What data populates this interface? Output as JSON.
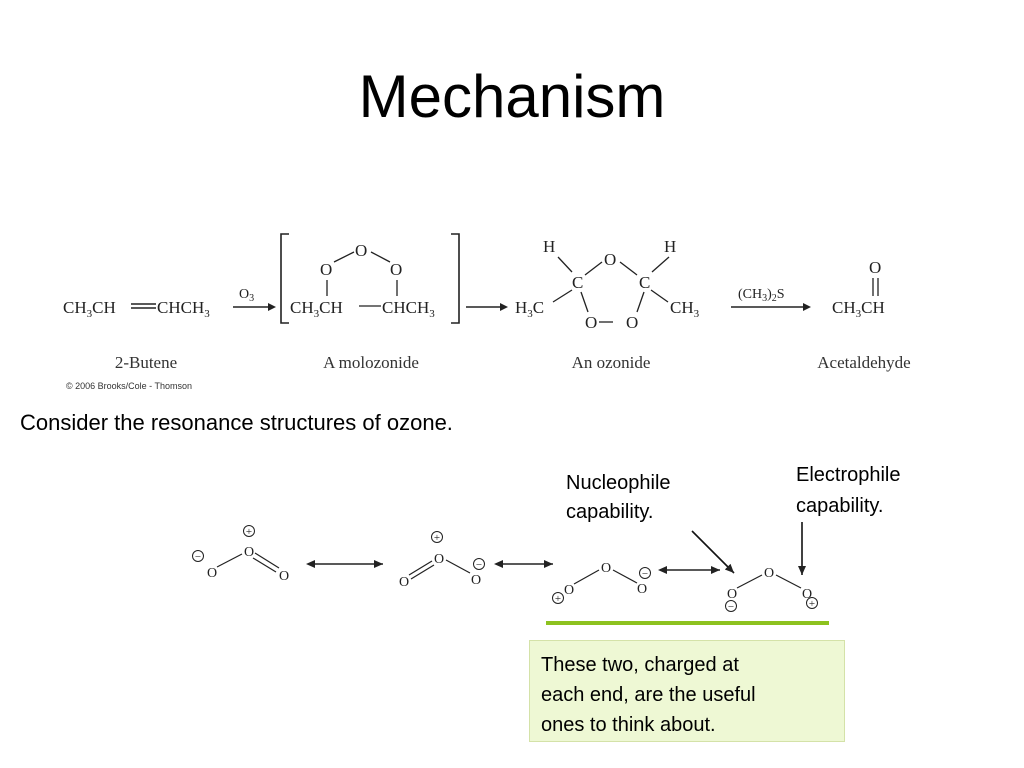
{
  "slide": {
    "title": "Mechanism",
    "consider": "Consider the resonance structures of ozone.",
    "nucleophile_label": [
      "Nucleophile",
      "capability."
    ],
    "electrophile_label": [
      "Electrophile",
      "capability."
    ],
    "note": [
      "These two, charged at",
      "each end, are the useful",
      "ones to think about."
    ]
  },
  "reaction": {
    "reagent_1": "O3",
    "reagent_2": "(CH3)2S",
    "compound_labels": [
      "2-Butene",
      "A molozonide",
      "An ozonide",
      "Acetaldehyde"
    ],
    "copyright": "© 2006 Brooks/Cole - Thomson"
  },
  "resonance": {
    "atom": "O",
    "plus": "+",
    "minus": "−"
  },
  "colors": {
    "highlight_line": "#8dc21f",
    "note_background": "#eef8d4"
  }
}
